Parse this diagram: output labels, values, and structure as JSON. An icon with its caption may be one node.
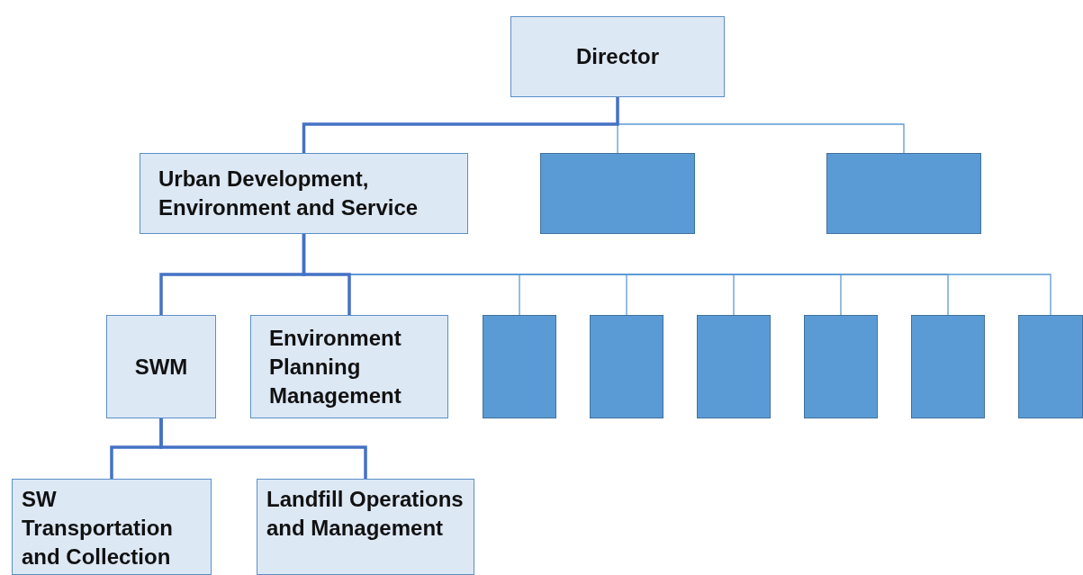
{
  "diagram": {
    "nodes": [
      {
        "text": [
          "Director"
        ]
      },
      {
        "text": [
          "Urban Development, Environment and Service"
        ]
      },
      {
        "text": [],
        "shape": "box"
      },
      {
        "text": [],
        "shape": "box"
      },
      {
        "text": [
          "SWM"
        ]
      },
      {
        "text": [
          "Environment Planning Management"
        ]
      },
      {
        "text": [],
        "shape": "box"
      },
      {
        "text": [],
        "shape": "box"
      },
      {
        "text": [],
        "shape": "box"
      },
      {
        "text": [],
        "shape": "box"
      },
      {
        "text": [],
        "shape": "box"
      },
      {
        "text": [],
        "shape": "box"
      },
      {
        "text": [
          "SW Transportation and Collection"
        ]
      },
      {
        "text": [
          "Landfill Operations and Management"
        ]
      }
    ],
    "edges": [
      {
        "from": 0,
        "to": 1,
        "arrow": "none",
        "style": "thick",
        "color": "#4472c4"
      },
      {
        "from": 0,
        "to": 2,
        "arrow": "none"
      },
      {
        "from": 0,
        "to": 3,
        "arrow": "none"
      },
      {
        "from": 1,
        "to": 4,
        "arrow": "none",
        "style": "thick",
        "color": "#4472c4"
      },
      {
        "from": 1,
        "to": 5,
        "arrow": "none",
        "style": "thick",
        "color": "#4472c4"
      },
      {
        "from": 1,
        "to": 6,
        "arrow": "none"
      },
      {
        "from": 1,
        "to": 7,
        "arrow": "none"
      },
      {
        "from": 1,
        "to": 8,
        "arrow": "none"
      },
      {
        "from": 1,
        "to": 9,
        "arrow": "none"
      },
      {
        "from": 1,
        "to": 10,
        "arrow": "none"
      },
      {
        "from": 1,
        "to": 11,
        "arrow": "none"
      },
      {
        "from": 4,
        "to": 12,
        "arrow": "none",
        "style": "thick",
        "color": "#4472c4"
      },
      {
        "from": 4,
        "to": 13,
        "arrow": "none",
        "style": "thick",
        "color": "#4472c4"
      }
    ]
  }
}
